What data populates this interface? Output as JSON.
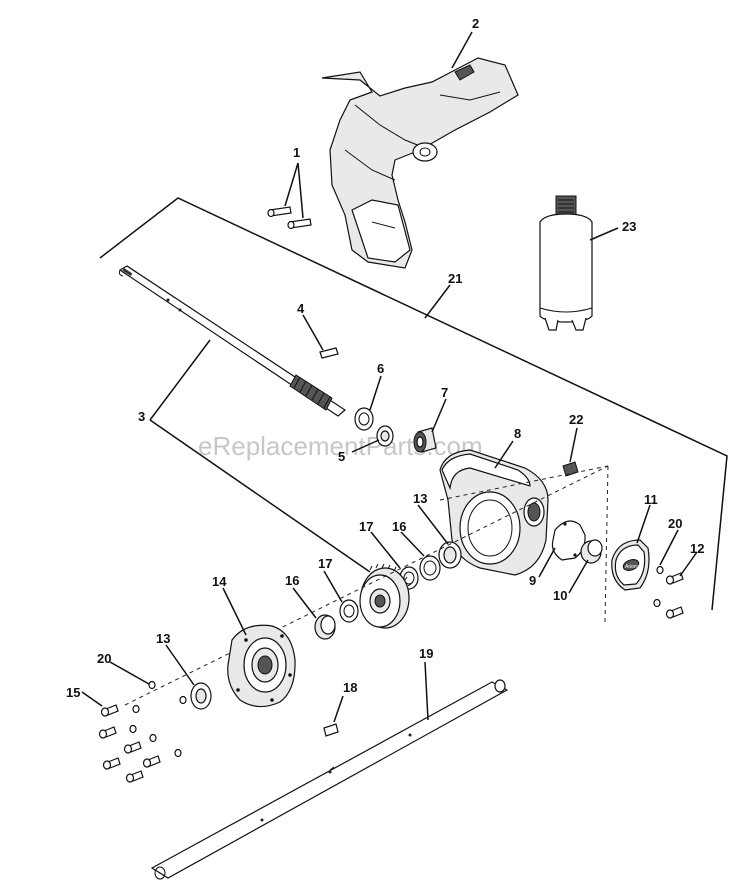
{
  "watermark": "eReplacementParts.com",
  "callouts": {
    "c1": "1",
    "c2": "2",
    "c3": "3",
    "c4": "4",
    "c5": "5",
    "c6": "6",
    "c7": "7",
    "c8": "8",
    "c9": "9",
    "c10": "10",
    "c11": "11",
    "c12": "12",
    "c13a": "13",
    "c13b": "13",
    "c14": "14",
    "c15": "15",
    "c16a": "16",
    "c16b": "16",
    "c17a": "17",
    "c17b": "17",
    "c18": "18",
    "c19": "19",
    "c20a": "20",
    "c20b": "20",
    "c21": "21",
    "c22": "22",
    "c23": "23"
  },
  "logo_text": "Ariens"
}
